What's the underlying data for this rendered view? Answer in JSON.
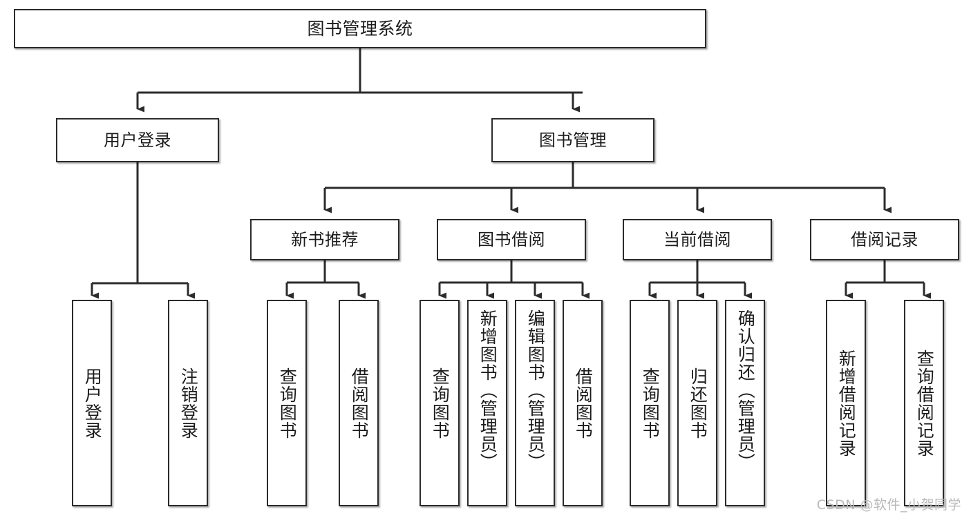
{
  "diagram": {
    "type": "tree",
    "title": "图书管理系统",
    "watermark": "CSDN @软件_小贺同学",
    "colors": {
      "box_border": "#2b2b2b",
      "box_fill": "#ffffff",
      "edge": "#2b2b2b",
      "text": "#1b1b1b",
      "watermark": "#b9b9b9",
      "background": "#ffffff"
    },
    "nodes": {
      "root": {
        "label": "图书管理系统"
      },
      "level2": [
        {
          "id": "user-login",
          "label": "用户登录"
        },
        {
          "id": "book-manage",
          "label": "图书管理"
        }
      ],
      "level3": [
        {
          "id": "new-book-recommend",
          "label": "新书推荐"
        },
        {
          "id": "book-borrow",
          "label": "图书借阅"
        },
        {
          "id": "current-borrow",
          "label": "当前借阅"
        },
        {
          "id": "borrow-record",
          "label": "借阅记录"
        }
      ],
      "leaves": [
        {
          "id": "leaf-user-login",
          "label": "用户登录",
          "parent": "user-login"
        },
        {
          "id": "leaf-user-logout",
          "label": "注销登录",
          "parent": "user-login"
        },
        {
          "id": "leaf-query-book-rec",
          "label": "查询图书",
          "parent": "new-book-recommend"
        },
        {
          "id": "leaf-borrow-book-rec",
          "label": "借阅图书",
          "parent": "new-book-recommend"
        },
        {
          "id": "leaf-query-book-borrow",
          "label": "查询图书",
          "parent": "book-borrow"
        },
        {
          "id": "leaf-add-book-admin",
          "label": "新增图书（管理员）",
          "parent": "book-borrow"
        },
        {
          "id": "leaf-edit-book-admin",
          "label": "编辑图书（管理员）",
          "parent": "book-borrow"
        },
        {
          "id": "leaf-borrow-book",
          "label": "借阅图书",
          "parent": "book-borrow"
        },
        {
          "id": "leaf-query-book-current",
          "label": "查询图书",
          "parent": "current-borrow"
        },
        {
          "id": "leaf-return-book",
          "label": "归还图书",
          "parent": "current-borrow"
        },
        {
          "id": "leaf-confirm-return-admin",
          "label": "确认归还（管理员）",
          "parent": "current-borrow"
        },
        {
          "id": "leaf-add-borrow-record",
          "label": "新增借阅记录",
          "parent": "borrow-record"
        },
        {
          "id": "leaf-query-borrow-record",
          "label": "查询借阅记录",
          "parent": "borrow-record"
        }
      ]
    }
  }
}
